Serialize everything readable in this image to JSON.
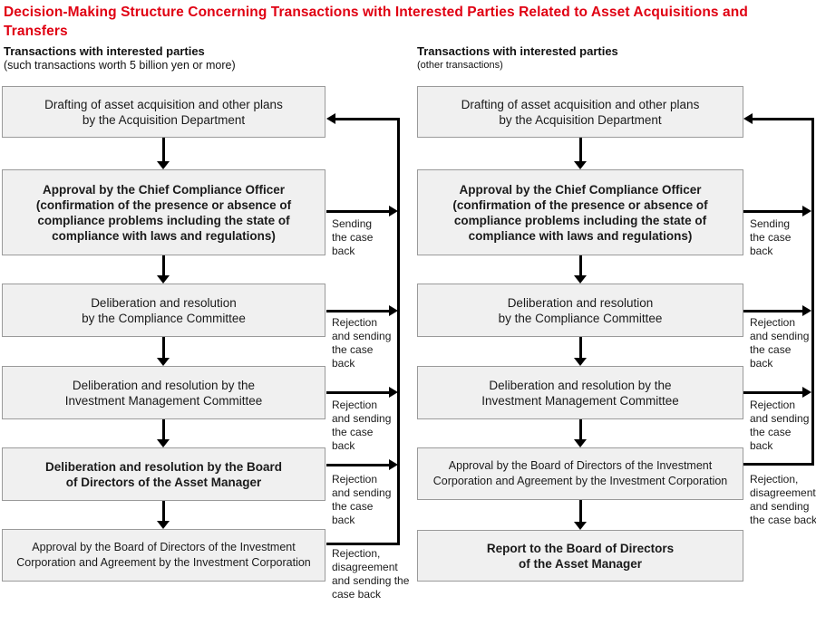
{
  "title": "Decision-Making Structure Concerning Transactions with Interested Parties Related to Asset Acquisitions and\nTransfers",
  "colors": {
    "title_red": "#e00012",
    "box_fill": "#f0f0f0",
    "box_border": "#9a9a9a",
    "line_black": "#000000"
  },
  "left_column": {
    "heading": "Transactions with interested parties",
    "subheading": " (such transactions worth 5 billion yen or more)",
    "boxes": [
      "Drafting of asset acquisition and other plans\nby the Acquisition Department",
      "Approval by the Chief Compliance Officer\n(confirmation of the presence or absence of\ncompliance problems including the state of\ncompliance with laws and regulations)",
      "Deliberation and resolution\nby the Compliance Committee",
      "Deliberation and resolution by the\nInvestment Management Committee",
      "Deliberation and resolution by the Board\nof Directors of the Asset Manager",
      "Approval by the Board of Directors of the Investment\nCorporation and Agreement by the Investment Corporation"
    ],
    "flow_labels": [
      "Sending\nthe case\nback",
      "Rejection\nand sending\nthe case\nback",
      "Rejection\nand sending\nthe case\nback",
      "Rejection\nand sending\nthe case\nback",
      "Rejection,\ndisagreement\nand sending the\ncase back"
    ]
  },
  "right_column": {
    "heading": "Transactions with interested parties",
    "subheading": "(other transactions)",
    "boxes": [
      "Drafting of asset acquisition and other plans\nby the Acquisition Department",
      "Approval by the Chief Compliance Officer\n(confirmation of the presence or absence of\ncompliance problems including the state of\ncompliance with laws and regulations)",
      "Deliberation and resolution\nby the Compliance Committee",
      "Deliberation and resolution by the\nInvestment Management Committee",
      "Approval by the Board of Directors of the Investment\nCorporation and Agreement by the Investment Corporation",
      "Report to the Board of Directors\nof the Asset Manager"
    ],
    "flow_labels": [
      "Sending\nthe case\nback",
      "Rejection\nand sending\nthe case\nback",
      "Rejection\nand sending\nthe case\nback",
      "Rejection,\ndisagreement\nand sending\nthe case back"
    ]
  }
}
